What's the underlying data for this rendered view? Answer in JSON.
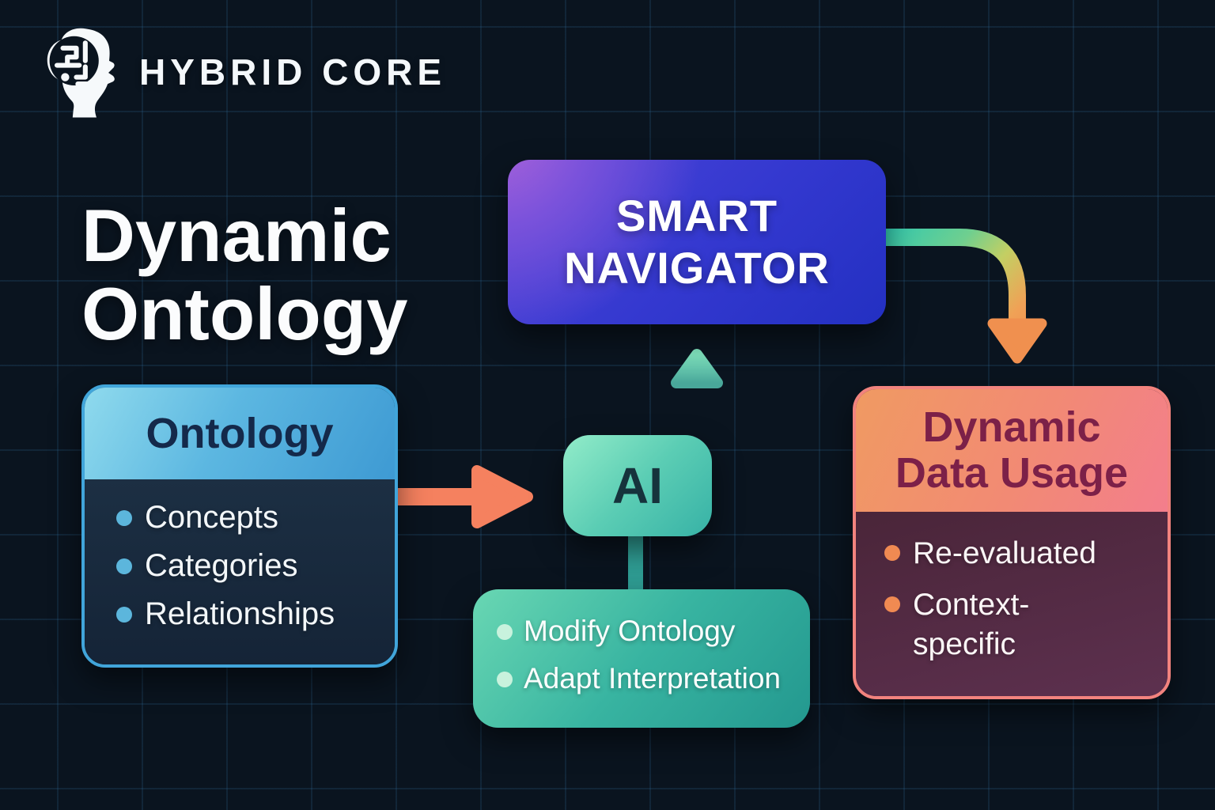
{
  "brand": {
    "name": "HYBRID CORE"
  },
  "headline": "Dynamic Ontology",
  "nodes": {
    "navigator": {
      "label": "SMART NAVIGATOR"
    },
    "ontology": {
      "title": "Ontology",
      "items": [
        "Concepts",
        "Categories",
        "Relationships"
      ]
    },
    "ai": {
      "label": "AI"
    },
    "ai_actions": {
      "items": [
        "Modify Ontology",
        "Adapt Interpretation"
      ]
    },
    "data_usage": {
      "title": "Dynamic Data Usage",
      "items": [
        "Re-evaluated",
        "Context-specific"
      ]
    }
  },
  "colors": {
    "background": "#0a141f",
    "grid_line": "#1c3a52",
    "ontology_border": "#41a5da",
    "ontology_header_start": "#8fdaed",
    "ontology_header_end": "#3e9ad3",
    "navigator_purple": "#a15cd6",
    "navigator_blue": "#2330c2",
    "ai_mint": "#92ecc9",
    "ai_teal": "#37b2a6",
    "actions_teal": "#23988f",
    "usage_border": "#f2837e",
    "usage_orange": "#f09a62",
    "usage_pink": "#f37e8c",
    "usage_plum": "#5e3150",
    "arrow_orange": "#f5815f",
    "arrow_teal": "#2fc9b4"
  }
}
